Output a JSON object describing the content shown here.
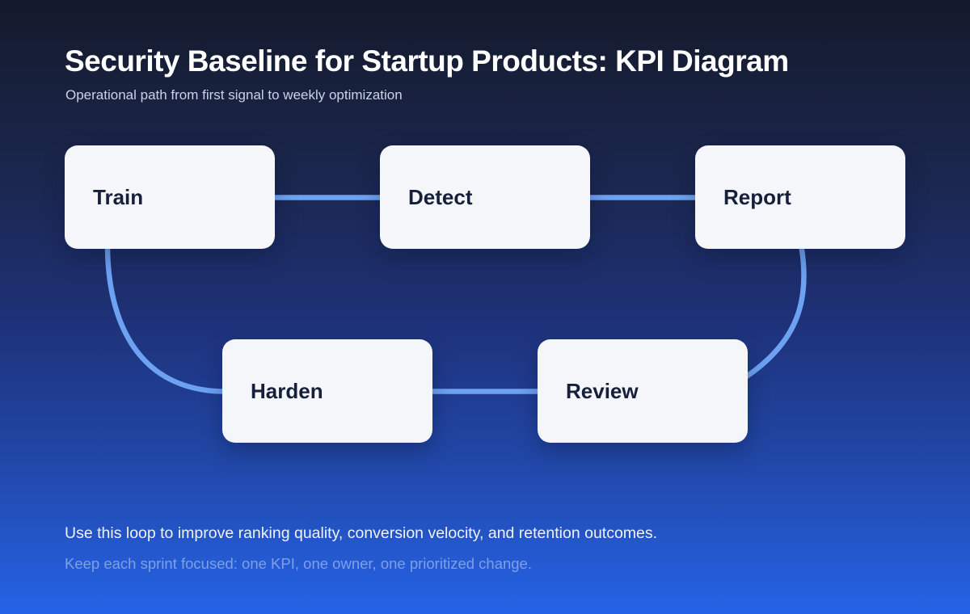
{
  "header": {
    "title": "Security Baseline for Startup Products: KPI Diagram",
    "subtitle": "Operational path from first signal to weekly optimization"
  },
  "nodes": [
    {
      "label": "Train"
    },
    {
      "label": "Detect"
    },
    {
      "label": "Report"
    },
    {
      "label": "Harden"
    },
    {
      "label": "Review"
    }
  ],
  "flow_order": [
    "Train",
    "Detect",
    "Report",
    "Review",
    "Harden"
  ],
  "footer": {
    "primary": "Use this loop to improve ranking quality, conversion velocity, and retention outcomes.",
    "secondary": "Keep each sprint focused: one KPI, one owner, one prioritized change."
  },
  "colors": {
    "background_top": "#141a2b",
    "background_bottom": "#2563e6",
    "node_background": "#f4f6fa",
    "node_text": "#16203a",
    "connector": "#6da2f3",
    "title_text": "#ffffff",
    "subtitle_text": "#c9d2e6",
    "footer_primary_text": "#eef2f9",
    "footer_secondary_text": "#7fa0e8"
  }
}
